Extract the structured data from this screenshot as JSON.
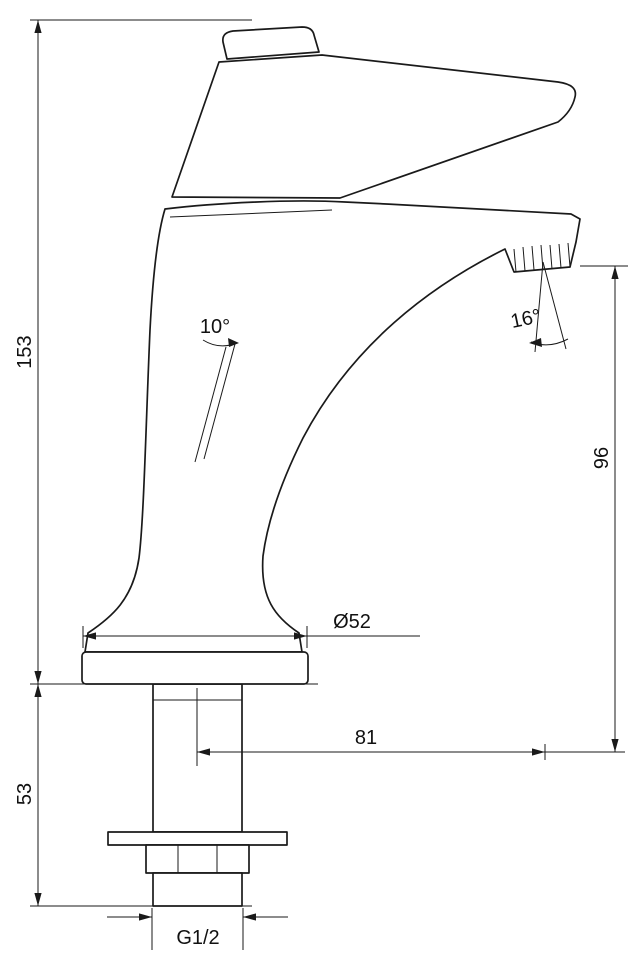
{
  "page": {
    "background": "#ffffff"
  },
  "drawing": {
    "line_color": "#1a1a1a",
    "labels": {
      "overall_height": "153",
      "shank_length": "53",
      "handle_angle": "10°",
      "spout_angle": "16°",
      "spout_outlet_height": "96",
      "base_diameter": "Ø52",
      "spout_reach": "81",
      "thread_size": "G1/2"
    }
  }
}
